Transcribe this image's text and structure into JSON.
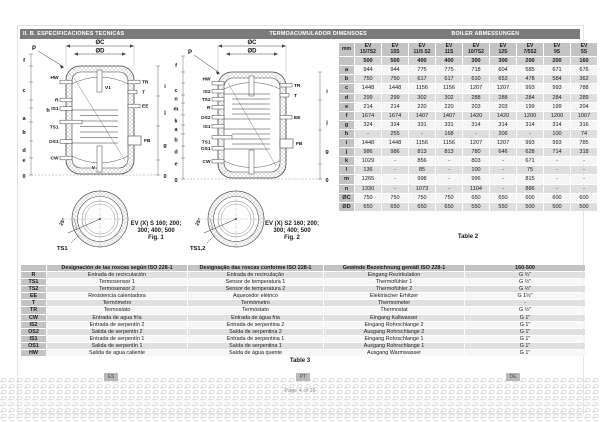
{
  "header": {
    "es": "II. B. ESPECIFICACIONES TÉCNICAS",
    "pt": "TERMOACUMULADOR DIMENSÕES",
    "de": "BOILER ABMESSUNGEN"
  },
  "fig1": {
    "p": "P",
    "oc": "ØC",
    "od": "ØD",
    "tube_top": "V1",
    "tube_bottom": "V",
    "dims": {
      "f": "f",
      "c": "c",
      "h": "h",
      "a": "a",
      "b": "b",
      "d": "d",
      "e": "e",
      "z": "0"
    },
    "ports": {
      "hw": "HW",
      "r": "R",
      "is1": "IS1",
      "ts1": "TS1",
      "os1": "OS1",
      "cw": "CW"
    },
    "rports": {
      "tr": "TR",
      "t": "T",
      "ee": "EE",
      "fb": "FB"
    },
    "rdims": {
      "i": "i",
      "j": "j",
      "g": "g",
      "z": "0"
    }
  },
  "fig2": {
    "p": "P",
    "oc": "ØC",
    "od": "ØD",
    "dims": {
      "f": "f",
      "c": "c",
      "n": "n",
      "m": "m",
      "k": "k",
      "a": "a",
      "b": "b",
      "d": "d",
      "e": "e",
      "z": "0"
    },
    "ports": {
      "hw": "HW",
      "is2": "IS2",
      "ts2": "TS2",
      "r": "R",
      "os2": "OS2",
      "is1": "IS1",
      "ts1": "TS1",
      "os1": "OS1",
      "cw": "CW"
    },
    "rports": {
      "tr": "TR",
      "t": "T",
      "ee": "EE",
      "fb": "FB"
    },
    "rdims": {
      "i": "i",
      "j": "j",
      "g": "g",
      "z": "0"
    }
  },
  "detail1": {
    "label": "TS1",
    "angle": "25°"
  },
  "detail2": {
    "label": "TS1,2",
    "angle": "25°"
  },
  "fig1cap": {
    "l1": "EV (X) S 160; 200;",
    "l2": "300; 400; 500",
    "l3": "Fig. 1"
  },
  "fig2cap": {
    "l1": "EV (X) S2 160; 200;",
    "l2": "300; 400; 500",
    "l3": "Fig. 2"
  },
  "table2": {
    "unit": "mm",
    "models": [
      "EV\n15/7S2",
      "EV\n15S",
      "EV\n11/5 S2",
      "EV\n11S",
      "EV\n10/7S2",
      "EV\n12S",
      "EV\n7/5S2",
      "EV\n9S",
      "EV\n5S"
    ],
    "volumes": [
      "500",
      "500",
      "400",
      "400",
      "300",
      "300",
      "200",
      "200",
      "160"
    ],
    "rows": [
      {
        "label": "a",
        "values": [
          "944",
          "944",
          "775",
          "775",
          "718",
          "604",
          "585",
          "671",
          "676"
        ]
      },
      {
        "label": "b",
        "values": [
          "750",
          "750",
          "617",
          "617",
          "610",
          "653",
          "478",
          "584",
          "362"
        ]
      },
      {
        "label": "c",
        "values": [
          "1448",
          "1448",
          "1156",
          "1156",
          "1207",
          "1207",
          "993",
          "993",
          "788"
        ]
      },
      {
        "label": "d",
        "values": [
          "299",
          "299",
          "302",
          "302",
          "288",
          "288",
          "284",
          "284",
          "289"
        ]
      },
      {
        "label": "e",
        "values": [
          "214",
          "214",
          "220",
          "220",
          "203",
          "203",
          "199",
          "199",
          "204"
        ]
      },
      {
        "label": "f",
        "values": [
          "1674",
          "1674",
          "1407",
          "1407",
          "1420",
          "1420",
          "1200",
          "1200",
          "1007"
        ]
      },
      {
        "label": "g",
        "values": [
          "324",
          "324",
          "331",
          "331",
          "314",
          "314",
          "314",
          "314",
          "316"
        ]
      },
      {
        "label": "h",
        "values": [
          "-",
          "255",
          "-",
          "168",
          "-",
          "206",
          "-",
          "100",
          "74"
        ]
      },
      {
        "label": "i",
        "values": [
          "1448",
          "1448",
          "1156",
          "1156",
          "1207",
          "1207",
          "993",
          "993",
          "785"
        ]
      },
      {
        "label": "j",
        "values": [
          "986",
          "986",
          "813",
          "813",
          "780",
          "646",
          "628",
          "714",
          "318"
        ]
      },
      {
        "label": "k",
        "values": [
          "1029",
          "-",
          "856",
          "-",
          "803",
          "-",
          "671",
          "-",
          "-"
        ]
      },
      {
        "label": "l",
        "values": [
          "136",
          "-",
          "85",
          "-",
          "100",
          "-",
          "75",
          "-",
          "-"
        ]
      },
      {
        "label": "m",
        "values": [
          "1265",
          "-",
          "998",
          "-",
          "996",
          "-",
          "815",
          "-",
          "-"
        ]
      },
      {
        "label": "n",
        "values": [
          "1330",
          "-",
          "1073",
          "-",
          "1104",
          "-",
          "886",
          "-",
          "-"
        ]
      },
      {
        "label": "ØC",
        "values": [
          "750",
          "750",
          "750",
          "750",
          "650",
          "650",
          "600",
          "600",
          "600"
        ]
      },
      {
        "label": "ØD",
        "values": [
          "650",
          "650",
          "650",
          "650",
          "550",
          "550",
          "500",
          "500",
          "500"
        ]
      }
    ],
    "caption": "Table 2"
  },
  "table3": {
    "headers": [
      "",
      "Designación de las roscas según ISO 228-1",
      "Designação das roscas conforme ISO 228-1",
      "Gewinde Bezeichnung gemäß ISO 228-1",
      "160-500"
    ],
    "rows": [
      {
        "key": "R",
        "es": "Entrada de recirculación",
        "pt": "Entrada de recirculação",
        "de": "Eingang Rezirkulation",
        "size": "G ¾\""
      },
      {
        "key": "TS1",
        "es": "Termosensor 1",
        "pt": "Sensor de temperatura 1",
        "de": "Thermofühler 1",
        "size": "G ½\""
      },
      {
        "key": "TS2",
        "es": "Termosensor 2",
        "pt": "Sensor de temperatura 2",
        "de": "Thermofühler 2",
        "size": "G ½\""
      },
      {
        "key": "EE",
        "es": "Resistencia calentadora",
        "pt": "Aquecedor elétrico",
        "de": "Elektrischer Erhitzer",
        "size": "G 1½\""
      },
      {
        "key": "T",
        "es": "Termómetro",
        "pt": "Termómetro",
        "de": "Thermometer",
        "size": "-"
      },
      {
        "key": "TR",
        "es": "Termostato",
        "pt": "Termóstato",
        "de": "Thermostat",
        "size": "G ½\""
      },
      {
        "key": "CW",
        "es": "Entrada de agua fría",
        "pt": "Entrada de água fria",
        "de": "Eingang Kaltwasser",
        "size": "G 1\""
      },
      {
        "key": "IS2",
        "es": "Entrada de serpentín 2",
        "pt": "Entrada de serpentina 2",
        "de": "Eingang Rohrschlange 2",
        "size": "G 1\""
      },
      {
        "key": "OS2",
        "es": "Salida de serpentín 2",
        "pt": "Saída de serpentina 2",
        "de": "Ausgang Rohrschlange 2",
        "size": "G 1\""
      },
      {
        "key": "IS1",
        "es": "Entrada de serpentín 1",
        "pt": "Entrada de serpentina 1",
        "de": "Eingang Rohrschlange 1",
        "size": "G 1\""
      },
      {
        "key": "OS1",
        "es": "Salida de serpentín 1",
        "pt": "Saída de serpentina 1",
        "de": "Ausgang Rohrschlange 1",
        "size": "G 1\""
      },
      {
        "key": "HW",
        "es": "Salida de agua caliente",
        "pt": "Saída de água quente",
        "de": "Ausgang Warmwasser",
        "size": "G 1\""
      }
    ],
    "caption": "Table 3"
  },
  "footer": {
    "badges": [
      "ES",
      "PT",
      "DE"
    ],
    "page": "Page 4 of 16"
  },
  "colors": {
    "header_bar": "#7b7b7b",
    "table_header": "#c3c3c3",
    "row_shade": "#e0e0e0"
  }
}
